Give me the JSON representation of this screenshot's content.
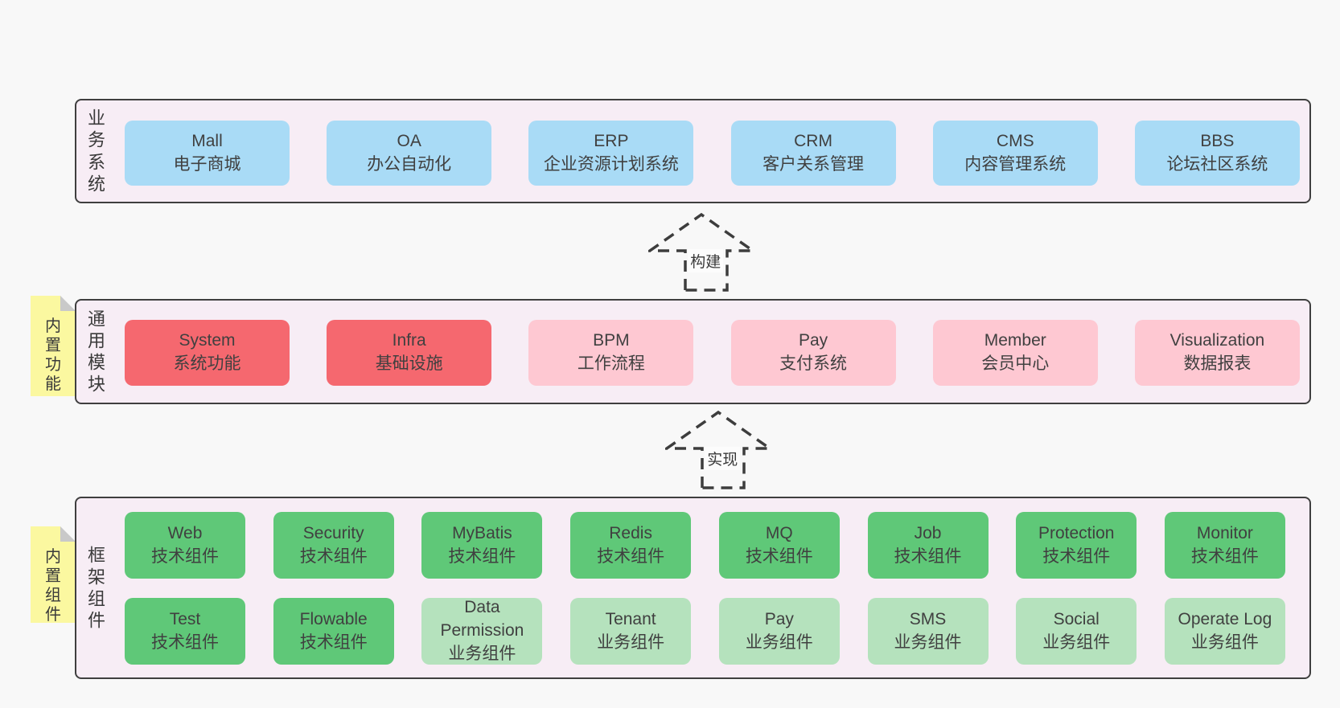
{
  "colors": {
    "page_bg": "#f8f8f8",
    "band_bg": "#f7edf5",
    "band_border": "#3f3f3f",
    "blue": "#a9dbf6",
    "red": "#f5686f",
    "pink": "#fec8d2",
    "green": "#5fc878",
    "green_light": "#b5e2bd",
    "sticky_yellow": "#fbf8a0",
    "sticky_fold": "#c9c9c9",
    "text": "#3d3d3d"
  },
  "arrows": [
    {
      "label": "构建"
    },
    {
      "label": "实现"
    }
  ],
  "bands": [
    {
      "label": "业务系统",
      "boxes": [
        {
          "title": "Mall",
          "subtitle": "电子商城"
        },
        {
          "title": "OA",
          "subtitle": "办公自动化"
        },
        {
          "title": "ERP",
          "subtitle": "企业资源计划系统"
        },
        {
          "title": "CRM",
          "subtitle": "客户关系管理"
        },
        {
          "title": "CMS",
          "subtitle": "内容管理系统"
        },
        {
          "title": "BBS",
          "subtitle": "论坛社区系统"
        }
      ]
    },
    {
      "label": "通用模块",
      "sticky": "内置功能",
      "boxes": [
        {
          "title": "System",
          "subtitle": "系统功能"
        },
        {
          "title": "Infra",
          "subtitle": "基础设施"
        },
        {
          "title": "BPM",
          "subtitle": "工作流程"
        },
        {
          "title": "Pay",
          "subtitle": "支付系统"
        },
        {
          "title": "Member",
          "subtitle": "会员中心"
        },
        {
          "title": "Visualization",
          "subtitle": "数据报表"
        }
      ]
    },
    {
      "label": "框架组件",
      "sticky": "内置组件",
      "row1": [
        {
          "title": "Web",
          "subtitle": "技术组件"
        },
        {
          "title": "Security",
          "subtitle": "技术组件"
        },
        {
          "title": "MyBatis",
          "subtitle": "技术组件"
        },
        {
          "title": "Redis",
          "subtitle": "技术组件"
        },
        {
          "title": "MQ",
          "subtitle": "技术组件"
        },
        {
          "title": "Job",
          "subtitle": "技术组件"
        },
        {
          "title": "Protection",
          "subtitle": "技术组件"
        },
        {
          "title": "Monitor",
          "subtitle": "技术组件"
        }
      ],
      "row2": [
        {
          "title": "Test",
          "subtitle": "技术组件"
        },
        {
          "title": "Flowable",
          "subtitle": "技术组件"
        },
        {
          "title": "Data Permission",
          "subtitle": "业务组件"
        },
        {
          "title": "Tenant",
          "subtitle": "业务组件"
        },
        {
          "title": "Pay",
          "subtitle": "业务组件"
        },
        {
          "title": "SMS",
          "subtitle": "业务组件"
        },
        {
          "title": "Social",
          "subtitle": "业务组件"
        },
        {
          "title": "Operate Log",
          "subtitle": "业务组件"
        }
      ]
    }
  ]
}
